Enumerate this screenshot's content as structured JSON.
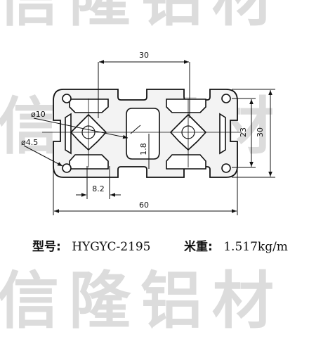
{
  "watermark": {
    "row1": "信隆铝材",
    "row2": "信隆铝材",
    "row3": "信隆铝材"
  },
  "dimensions": {
    "top_width": "30",
    "overall_width": "60",
    "height_outer": "30",
    "height_inner": "23",
    "slot_width": "8.2",
    "wall": "1.8",
    "center_bore": "ø10",
    "corner_hole": "ø4.5"
  },
  "caption": {
    "model_label": "型号:",
    "model_value": "HYGYC-2195",
    "weight_label": "米重:",
    "weight_value": "1.517kg/m"
  }
}
